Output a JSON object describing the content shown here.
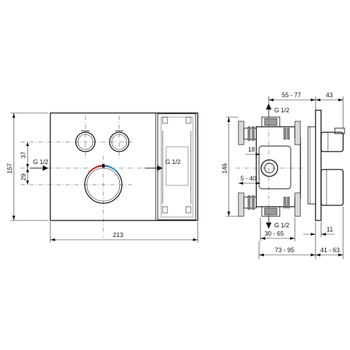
{
  "front_view": {
    "dimensions": {
      "overall_height": "157",
      "overall_width": "213",
      "upper_offset": "37",
      "lower_offset": "29"
    },
    "connections": {
      "left": "G 1/2",
      "right": "G 1/2"
    },
    "colors": {
      "hot_mark": "#cc2222",
      "cold_mark": "#2288cc"
    }
  },
  "side_view": {
    "dimensions": {
      "top_depth_range": "55 - 77",
      "top_cover_depth": "43",
      "height": "146",
      "pipe_offset": "18",
      "wall_range": "5 - 40",
      "bottom_range_a": "30 - 65",
      "plate_thickness": "11",
      "total_depth_range": "73 - 95",
      "cover_depth_range": "41 - 63"
    },
    "connections": {
      "top": "G 1/2",
      "bottom": "G 1/2"
    }
  }
}
